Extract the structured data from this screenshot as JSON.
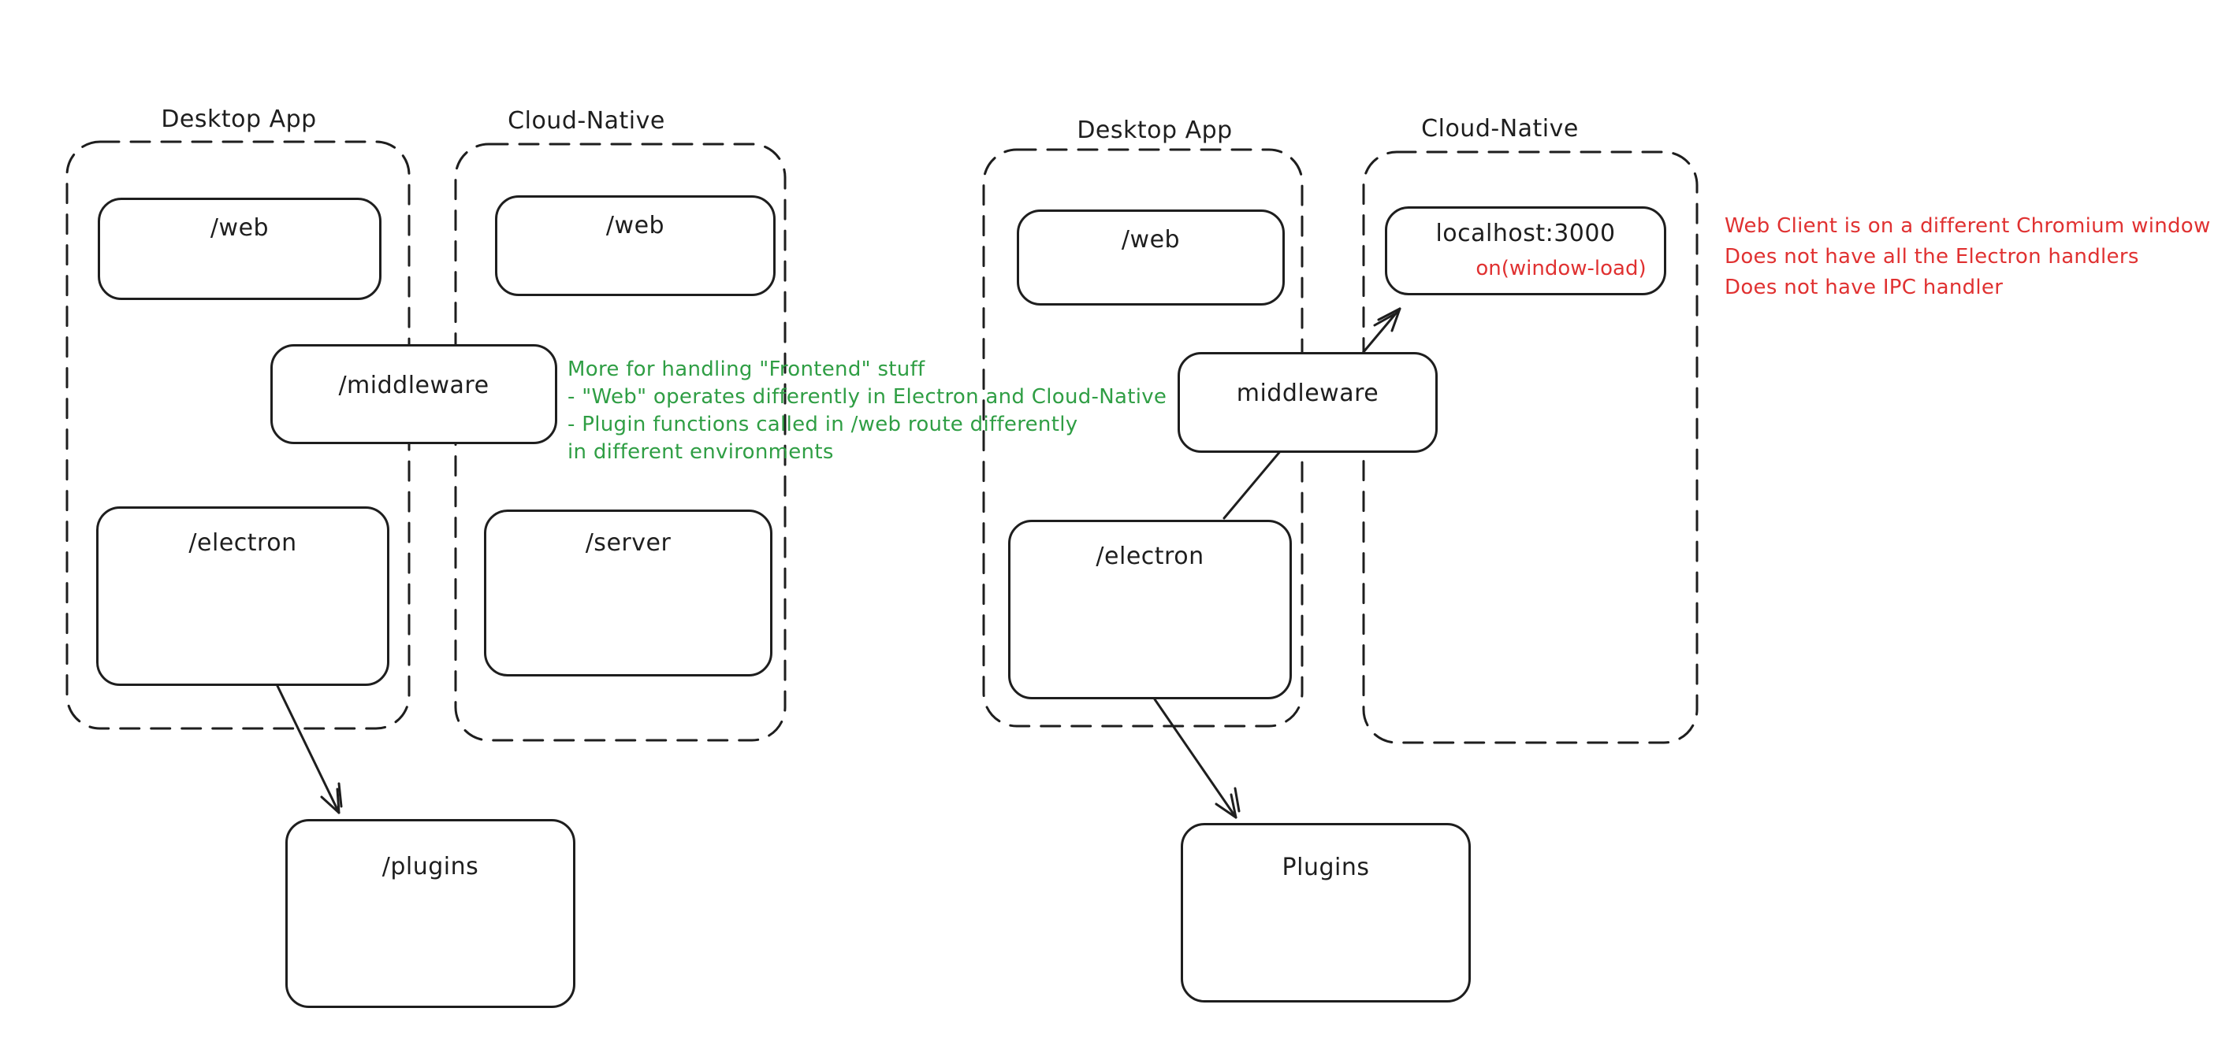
{
  "colors": {
    "stroke": "#1e1e1e",
    "red": "#e03131",
    "green": "#2f9e44",
    "background": "#ffffff"
  },
  "left_diagram": {
    "desktop_title": "Desktop App",
    "cloud_title": "Cloud-Native",
    "boxes": {
      "web_desktop": "/web",
      "web_cloud": "/web",
      "middleware": "/middleware",
      "electron": "/electron",
      "server": "/server",
      "plugins": "/plugins"
    },
    "note_green": {
      "lines": [
        "More for handling \"Frontend\" stuff",
        "- \"Web\" operates differently in Electron and Cloud-Native",
        "- Plugin functions called in /web route differently",
        "in different environments"
      ]
    }
  },
  "right_diagram": {
    "desktop_title": "Desktop App",
    "cloud_title": "Cloud-Native",
    "boxes": {
      "web": "/web",
      "localhost": "localhost:3000",
      "localhost_sub": "on(window-load)",
      "middleware": "middleware",
      "electron": "/electron",
      "plugins": "Plugins"
    },
    "note_red": {
      "lines": [
        "Web Client is on a different Chromium window",
        "Does not have all the Electron handlers",
        "Does not have IPC handler"
      ]
    }
  }
}
